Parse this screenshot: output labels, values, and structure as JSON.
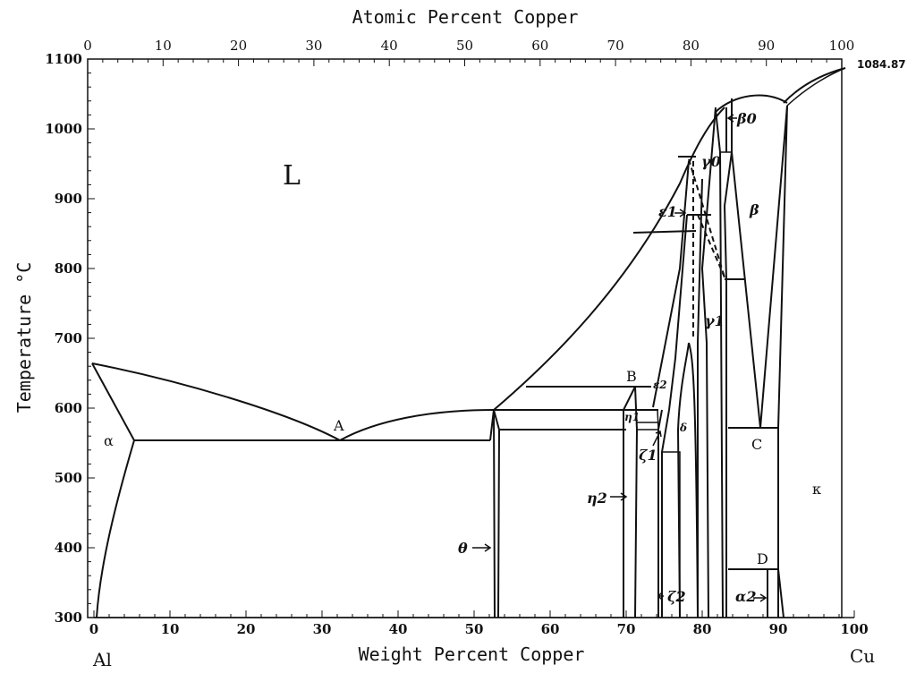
{
  "axes": {
    "top_title": "Atomic Percent Copper",
    "bottom_title": "Weight Percent Copper",
    "left_title": "Temperature °C",
    "top_ticks": [
      "0",
      "10",
      "20",
      "30",
      "40",
      "50",
      "60",
      "70",
      "80",
      "90",
      "100"
    ],
    "bottom_ticks": [
      "0",
      "10",
      "20",
      "30",
      "40",
      "50",
      "60",
      "70",
      "80",
      "90",
      "100"
    ],
    "left_ticks": [
      "300",
      "400",
      "500",
      "600",
      "700",
      "800",
      "900",
      "1000",
      "1100"
    ],
    "x_range": [
      0,
      100
    ],
    "y_range": [
      300,
      1100
    ]
  },
  "elements": {
    "left": "Al",
    "right": "Cu"
  },
  "melting_point_label": "1084.87",
  "phase_labels": {
    "liquid": "L",
    "alpha": "α",
    "kappa": "κ",
    "theta": "θ",
    "beta": "β",
    "beta0": "β0",
    "gamma0": "γ0",
    "gamma1": "γ1",
    "delta": "δ",
    "epsilon1": "ε1",
    "epsilon2": "ε2",
    "eta1": "η1",
    "eta2": "η2",
    "zeta1": "ζ1",
    "zeta2": "ζ2",
    "alpha2": "α2"
  },
  "point_labels": {
    "A": "A",
    "B": "B",
    "C": "C",
    "D": "D"
  },
  "colors": {
    "ink": "#111111",
    "background": "#ffffff"
  }
}
